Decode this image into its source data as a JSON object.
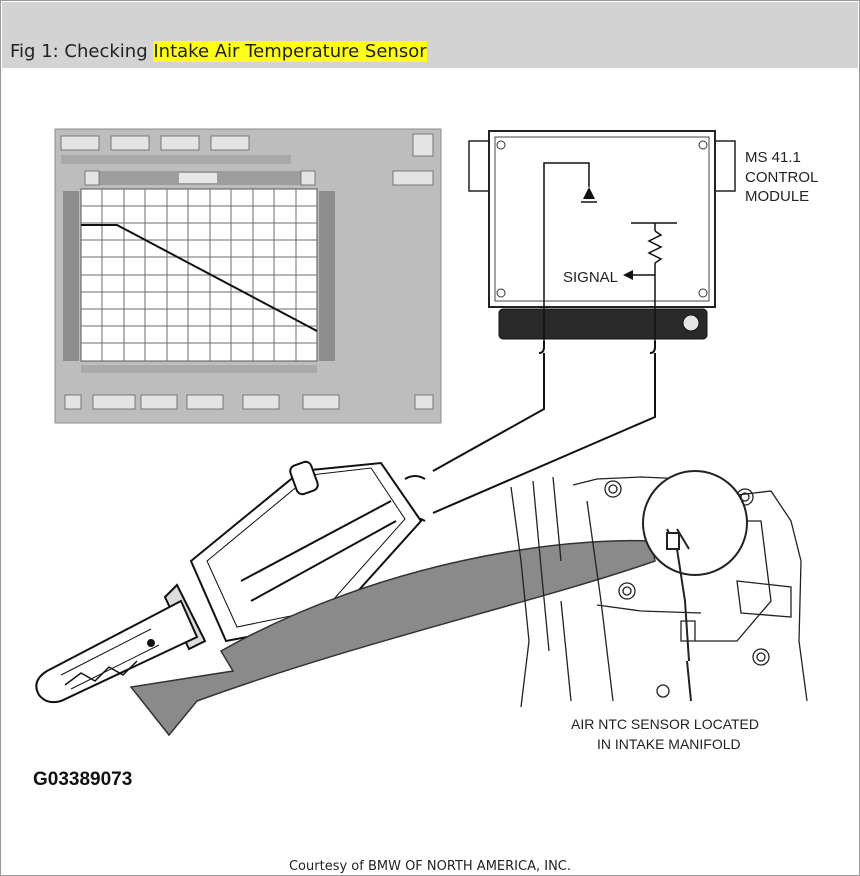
{
  "header": {
    "title_prefix": "Fig 1: Checking ",
    "title_highlight": "Intake Air Temperature Sensor"
  },
  "module": {
    "lines": [
      "MS 41.1",
      "CONTROL",
      "MODULE"
    ],
    "signal_label": "SIGNAL"
  },
  "sensor_caption": {
    "lines": [
      "AIR NTC SENSOR LOCATED",
      "IN INTAKE MANIFOLD"
    ]
  },
  "figure_code": "G03389073",
  "credit": "Courtesy of BMW OF NORTH AMERICA, INC.",
  "colors": {
    "header_bg": "#d3d3d3",
    "highlight": "#ffff1a",
    "scope_panel": "#bdbdbd",
    "arrow_fill": "#8a8a8a"
  }
}
